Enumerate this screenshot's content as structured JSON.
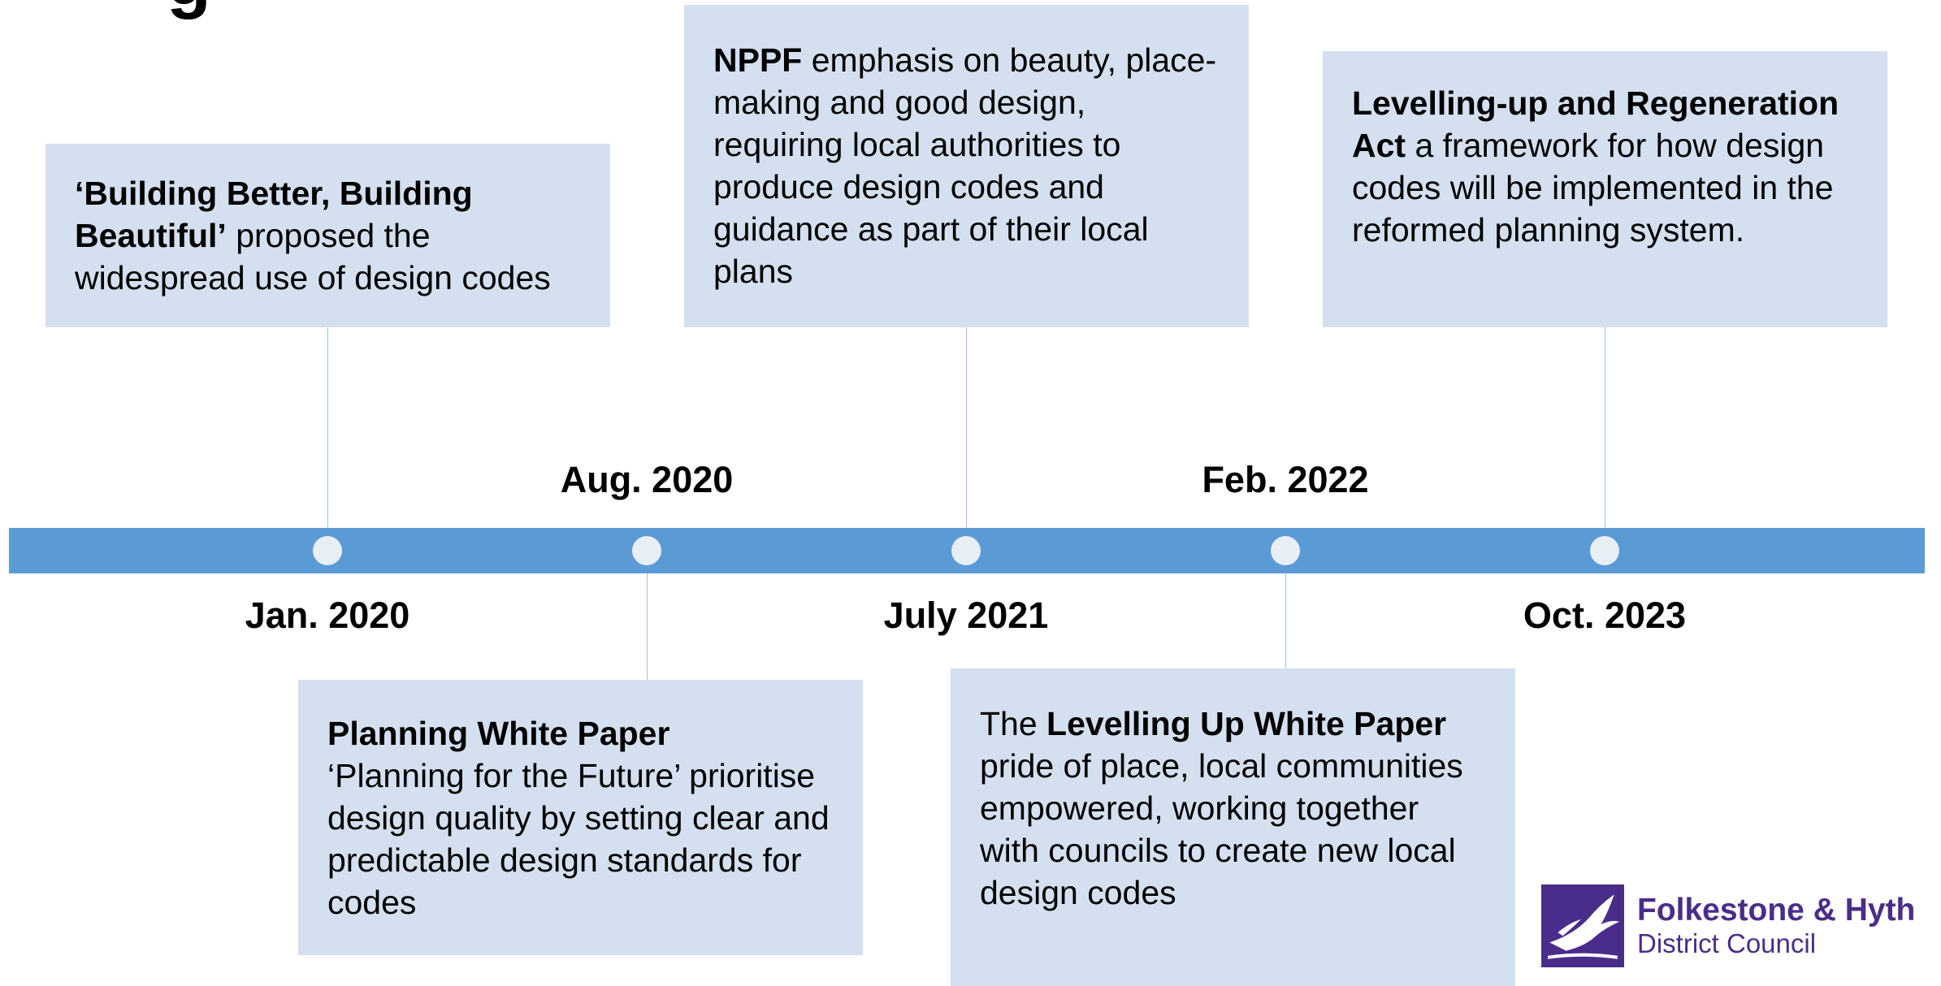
{
  "title_fragment": "g",
  "events": [
    {
      "date": "Jan. 2020",
      "bold": "‘Building Better, Building Beautiful’",
      "text": " proposed the widespread use of design codes"
    },
    {
      "date": "Aug. 2020",
      "bold": "Planning White Paper",
      "text": "‘Planning for the Future’ prioritise design quality by setting clear and predictable design standards for codes"
    },
    {
      "date": "July 2021",
      "bold": "NPPF",
      "text": " emphasis on beauty, place-making and good design, requiring local authorities to produce design codes and guidance as part of their local plans"
    },
    {
      "date": "Feb. 2022",
      "prefix": "The ",
      "bold": "Levelling Up White Paper",
      "text": "pride of place, local communities empowered, working together with councils to create new local design codes"
    },
    {
      "date": "Oct. 2023",
      "bold": "Levelling-up and Regeneration Act",
      "text": " a framework for how design codes will be implemented in the reformed planning system."
    }
  ],
  "logo": {
    "name": "Folkestone & Hyth",
    "subtitle": "District Council"
  },
  "colors": {
    "timeline_bar": "#5b9bd5",
    "box_fill": "#d4e0ef",
    "logo_purple": "#4a2d8a"
  }
}
